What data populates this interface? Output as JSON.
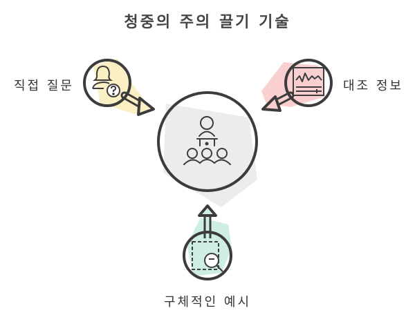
{
  "title": "청중의 주의 끌기 기술",
  "center": {
    "label": "",
    "icon": "audience-presentation-icon",
    "fill": "#ececec"
  },
  "nodes": [
    {
      "id": "direct-question",
      "label": "직접 질문",
      "icon": "person-question-icon",
      "fill": "#fbf0c4"
    },
    {
      "id": "contrast-info",
      "label": "대조 정보",
      "icon": "chart-monitor-icon",
      "fill": "#f9cfcf"
    },
    {
      "id": "concrete-example",
      "label": "구체적인 예시",
      "icon": "magnify-selection-icon",
      "fill": "#cdeee0"
    }
  ],
  "colors": {
    "stroke": "#3c3c3c",
    "yellow": "#fbf0c4",
    "pink": "#f9cfcf",
    "green": "#cdeee0",
    "gray": "#ececec"
  }
}
